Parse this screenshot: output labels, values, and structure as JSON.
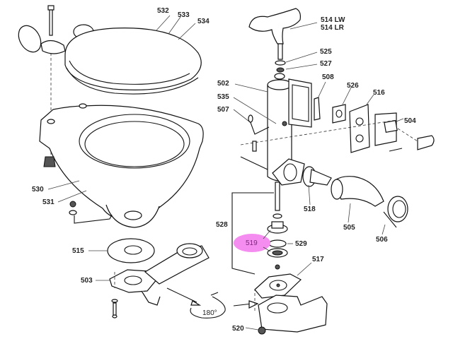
{
  "diagram": {
    "title": "Manual marine toilet exploded parts diagram",
    "highlight_color": "#f58cf0",
    "highlighted_part": "519",
    "rotation_label": "180°",
    "labels": {
      "p532": "532",
      "p533": "533",
      "p534": "534",
      "p514": "514 LW",
      "p514b": "514 LR",
      "p525": "525",
      "p527": "527",
      "p502": "502",
      "p508": "508",
      "p526": "526",
      "p516": "516",
      "p535": "535",
      "p507": "507",
      "p504": "504",
      "p530": "530",
      "p531": "531",
      "p528": "528",
      "p518": "518",
      "p505": "505",
      "p506": "506",
      "p519": "519",
      "p529": "529",
      "p515": "515",
      "p517": "517",
      "p503": "503",
      "p520": "520"
    }
  }
}
